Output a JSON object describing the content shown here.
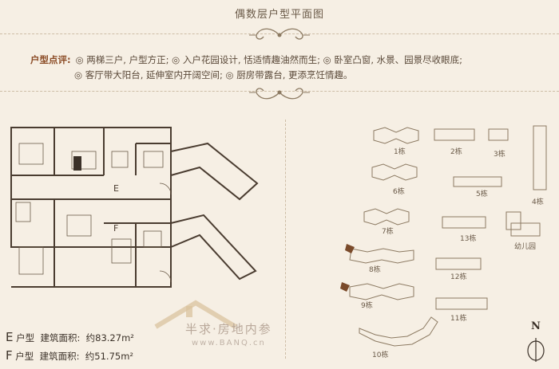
{
  "header": {
    "title": "偶数层户型平面图"
  },
  "review": {
    "label": "户型点评:",
    "line1": "◎ 两梯三户, 户型方正; ◎ 入户花园设计, 恬适情趣油然而生; ◎ 卧室凸窗, 水景、园景尽收眼底;",
    "line2": "◎ 客厅带大阳台, 延伸室内开阔空间; ◎ 厨房带露台, 更添烹饪情趣。"
  },
  "plan": {
    "label_e": "E",
    "label_f": "F"
  },
  "site": {
    "buildings": [
      "1栋",
      "2栋",
      "3栋",
      "4栋",
      "5栋",
      "6栋",
      "7栋",
      "8栋",
      "9栋",
      "10栋",
      "11栋",
      "12栋",
      "13栋"
    ],
    "kindergarten": "幼儿园"
  },
  "units": [
    {
      "type_letter": "E",
      "type_suffix": "户型",
      "area_label": "建筑面积:",
      "area_value": "约83.27m²"
    },
    {
      "type_letter": "F",
      "type_suffix": "户型",
      "area_label": "建筑面积:",
      "area_value": "约51.75m²"
    }
  ],
  "watermark": {
    "brand": "半求·房地内参",
    "url": "www.BANQ.cn"
  },
  "compass": {
    "north": "N"
  },
  "colors": {
    "background": "#f6efe4",
    "accent": "#8a4a24",
    "highlight_building": "#7a4a2a"
  }
}
